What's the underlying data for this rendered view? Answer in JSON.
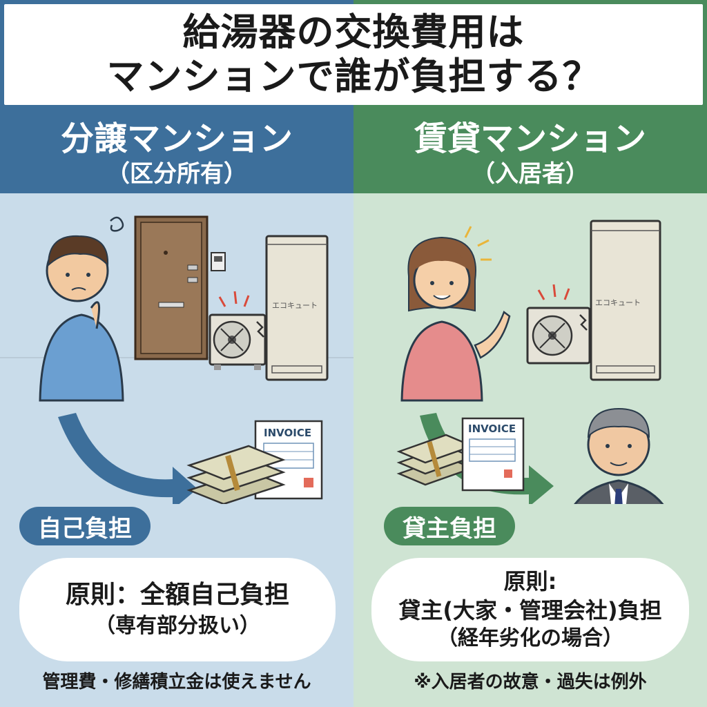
{
  "title": {
    "line1": "給湯器の交換費用は",
    "line2": "マンションで誰が負担する？"
  },
  "left": {
    "heading": "分譲マンション",
    "subheading": "（区分所有）",
    "unit_label": "エコキュート",
    "invoice_label": "INVOICE",
    "badge": "自己負担",
    "rule_line1": "原則：全額自己負担",
    "rule_line2": "（専有部分扱い）",
    "footnote": "管理費・修繕積立金は使えません"
  },
  "right": {
    "heading": "賃貸マンション",
    "subheading": "（入居者）",
    "unit_label": "エコキュート",
    "invoice_label": "INVOICE",
    "badge": "貸主負担",
    "rule_line1": "原則:",
    "rule_line2": "貸主(大家・管理会社)負担",
    "rule_line3": "（経年劣化の場合）",
    "footnote": "※入居者の故意・過失は例外"
  },
  "colors": {
    "left_accent": "#3d6f9b",
    "right_accent": "#4a8b5c",
    "left_bg": "#c9dcea",
    "right_bg": "#cfe4d3"
  },
  "icons": [
    "confused-man-icon",
    "door-icon",
    "intercom-icon",
    "heat-pump-icon",
    "water-heater-tank-icon",
    "arrow-icon",
    "money-stack-icon",
    "invoice-icon",
    "pointing-woman-icon",
    "landlord-man-icon"
  ]
}
